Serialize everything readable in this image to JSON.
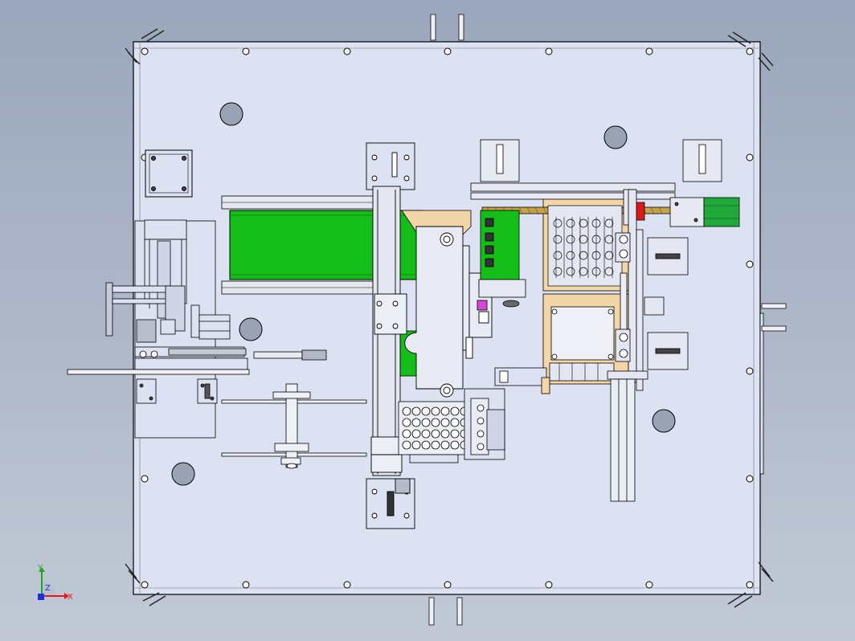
{
  "viewport": {
    "background_top": "#9aa6bb",
    "background_bottom": "#c2c9d6"
  },
  "colors": {
    "plate": "#dde2f3",
    "edge": "#000000",
    "green": "#15bd18",
    "tan": "#f2d6a8",
    "motor_green": "#21a83a",
    "red": "#d81b1b",
    "hole": "#9aa3b4",
    "screw": "#c6a24a"
  },
  "triad": {
    "x_label": "X",
    "y_label": "Y",
    "z_label": "Z",
    "x_color": "#e31b1b",
    "y_color": "#1ea81e",
    "z_color": "#1b2ee0"
  }
}
